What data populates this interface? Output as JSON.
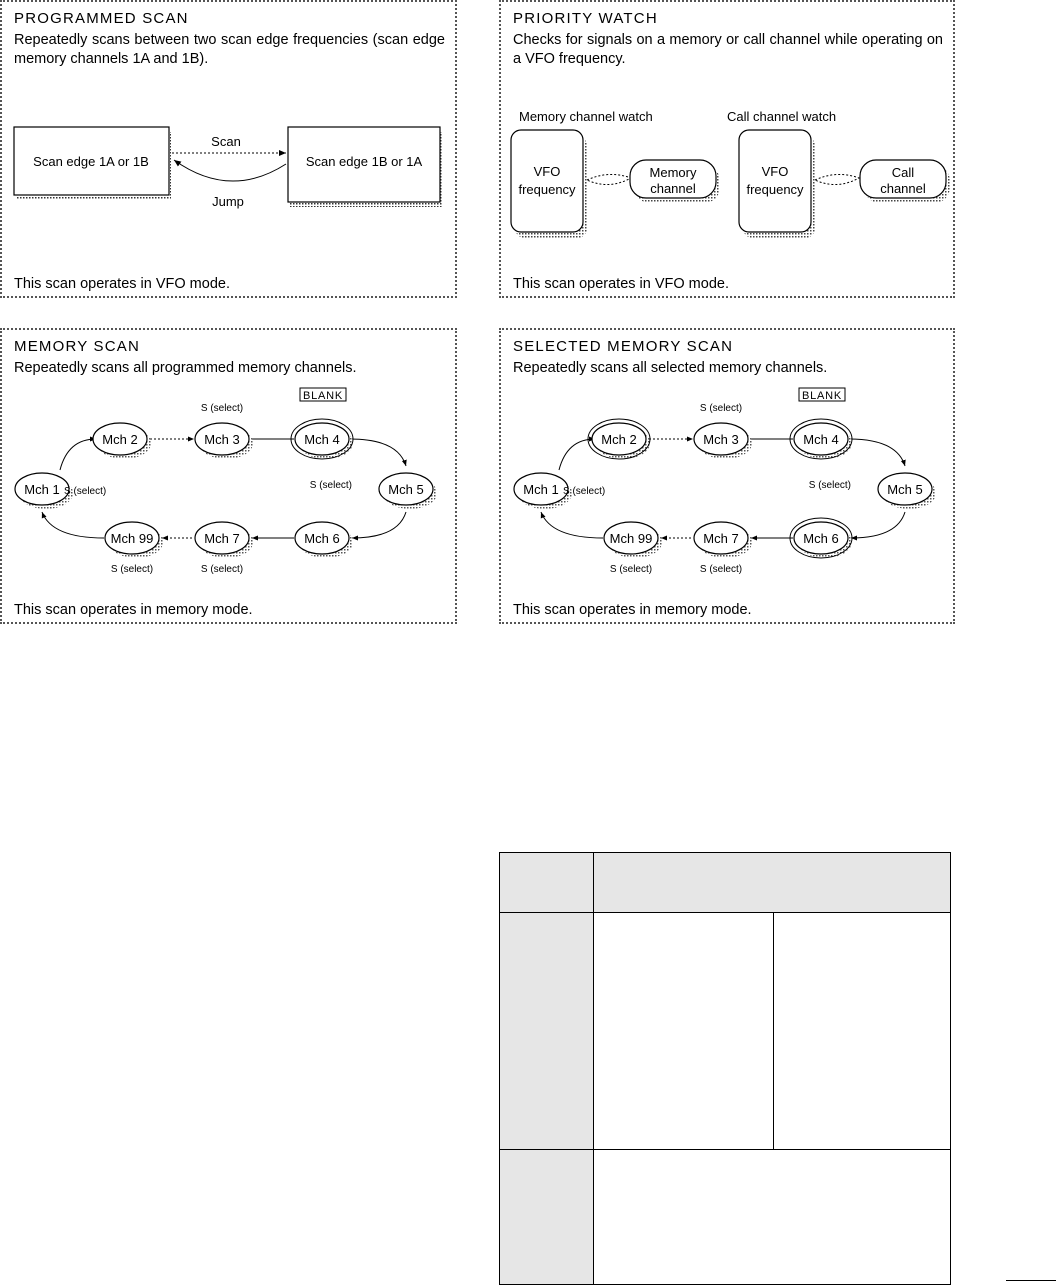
{
  "panels": {
    "programmed_scan": {
      "title": "PROGRAMMED SCAN",
      "description": "Repeatedly scans between two scan edge frequencies (scan edge memory channels 1A and 1B).",
      "edge_left": "Scan edge 1A or 1B",
      "edge_right": "Scan edge 1B or 1A",
      "scan_label": "Scan",
      "jump_label": "Jump",
      "footer": "This scan operates in VFO mode."
    },
    "priority_watch": {
      "title": "PRIORITY WATCH",
      "description": "Checks for signals on a memory or call channel while operating on a VFO frequency.",
      "memory_watch_label": "Memory channel watch",
      "call_watch_label": "Call channel watch",
      "vfo_line1": "VFO",
      "vfo_line2": "frequency",
      "memory_line1": "Memory",
      "memory_line2": "channel",
      "call_line1": "Call",
      "call_line2": "channel",
      "footer": "This scan operates in VFO mode."
    },
    "memory_scan": {
      "title": "MEMORY SCAN",
      "description": "Repeatedly scans all programmed memory channels.",
      "channels": [
        "Mch 1",
        "Mch 2",
        "Mch 3",
        "Mch 4",
        "Mch 5",
        "Mch 6",
        "Mch 7",
        "Mch 99"
      ],
      "select_tag": "S (select)",
      "blank_tag": "BLANK",
      "footer": "This scan operates in memory mode."
    },
    "selected_memory_scan": {
      "title": "SELECTED MEMORY SCAN",
      "description": "Repeatedly scans all selected memory channels.",
      "channels": [
        "Mch 1",
        "Mch 2",
        "Mch 3",
        "Mch 4",
        "Mch 5",
        "Mch 6",
        "Mch 7",
        "Mch 99"
      ],
      "select_tag": "S (select)",
      "blank_tag": "BLANK",
      "footer": "This scan operates in memory mode."
    }
  },
  "colors": {
    "table_shade": "#e6e6e6",
    "shadow": "#777777"
  }
}
